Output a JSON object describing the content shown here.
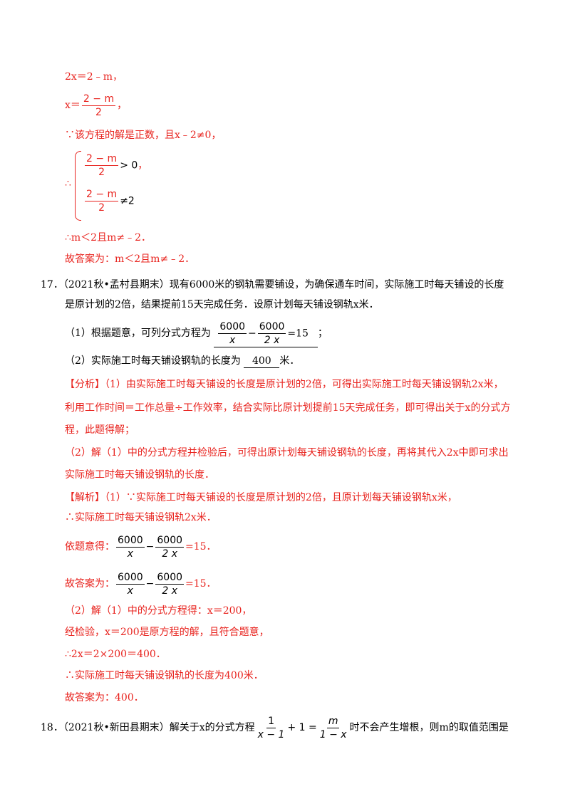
{
  "prev": {
    "l1": "2x＝2﹣m，",
    "l2_lhs": "x＝",
    "l2_num": "2 − m",
    "l2_den": "2",
    "l2_end": "，",
    "l3": "∵该方程的解是正数，且x﹣2≠0，",
    "sys_therefore": "∴",
    "sys1_num": "2 − m",
    "sys1_den": "2",
    "sys1_rel": "> 0",
    "sys1_end": "，",
    "sys2_num": "2 − m",
    "sys2_den": "2",
    "sys2_rel": "≠2",
    "l5": "∴m＜2且m≠﹣2．",
    "l6": "故答案为：m＜2且m≠﹣2．"
  },
  "q17": {
    "num": "17．",
    "stem1": "（2021秋•孟村县期末）现有6000米的钢轨需要铺设，为确保通车时间，实际施工时每天铺设的长度",
    "stem2": "是原计划的2倍，结果提前15天完成任务．设原计划每天铺设钢轨x米．",
    "p1_text": "（1）根据题意，可列分式方程为",
    "p1_f1_num": "6000",
    "p1_f1_den": "x",
    "p1_minus": "−",
    "p1_f2_num": "6000",
    "p1_f2_den": "2 x",
    "p1_eq": "=15",
    "p1_end": "；",
    "p2_text": "（2）实际施工时每天铺设钢轨的长度为",
    "p2_ans": "400",
    "p2_end": "米．",
    "fx_tag": "【分析】",
    "fx1": "（1）由实际施工时每天铺设的长度是原计划的2倍，可得出实际施工时每天铺设钢轨2x米，",
    "fx2": "利用工作时间＝工作总量÷工作效率，结合实际比原计划提前15天完成任务，即可得出关于x的分式方",
    "fx3": "程，此题得解；",
    "fx4": "（2）解（1）中的分式方程并检验后，可得出原计划每天铺设钢轨的长度，再将其代入2x中即可求出",
    "fx5": "实际施工时每天铺设钢轨的长度．",
    "jx_tag": "【解析】",
    "jx1": "（1）∵实际施工时每天铺设的长度是原计划的2倍，且原计划每天铺设钢轨x米，",
    "jx2": "∴实际施工时每天铺设钢轨2x米．",
    "jx3_text": "依题意得：",
    "jx3_eq": "=15．",
    "jx4_text": "故答案为：",
    "jx4_eq": "=15．",
    "jx5": "（2）解（1）中的分式方程得：x＝200，",
    "jx6": "经检验，x＝200是原方程的解，且符合题意，",
    "jx7": "∴2x＝2×200＝400．",
    "jx8": "∴实际施工时每天铺设钢轨的长度为400米．",
    "jx9": "故答案为：400．"
  },
  "q18": {
    "num": "18．",
    "stem_a": "（2021秋•新田县期末）解关于x的分式方程",
    "f1_num": "1",
    "f1_den": "x − 1",
    "mid": "+ 1 =",
    "f2_num": "m",
    "f2_den": "1 − x",
    "stem_b": "时不会产生增根，则m的取值范围是"
  }
}
